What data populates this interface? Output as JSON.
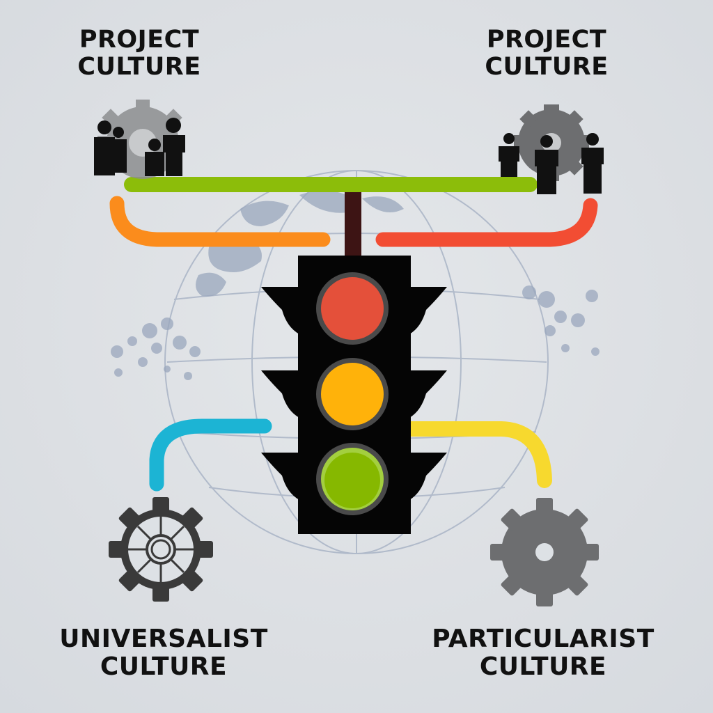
{
  "labels": {
    "top_left": {
      "line1": "PROJECT",
      "line2": "CULTURE"
    },
    "top_right": {
      "line1": "PROJECT",
      "line2": "CULTURE"
    },
    "bottom_left": {
      "line1": "UNIVERSALIST",
      "line2": "CULTURE"
    },
    "bottom_right": {
      "line1": "PARTICULARIST",
      "line2": "CULTURE"
    }
  },
  "colors": {
    "background": "#dde1e5",
    "top_bar": "#8cbd0a",
    "connector_orange": "#fb8c1c",
    "connector_red": "#f24d33",
    "connector_blue": "#1cb4d4",
    "connector_yellow": "#f7d92e",
    "light_red": "#e4503a",
    "light_amber": "#ffb20a",
    "light_green": "#86b800",
    "housing": "#050505",
    "pole": "#3d1414",
    "gear_dark": "#3a3a3a",
    "gear_gray": "#6d6e70",
    "globe_lines": "#a9b4c6"
  },
  "icons": {
    "top_left": "people-gear-icon",
    "top_right": "people-gear-icon",
    "bottom_left": "wheel-gear-icon",
    "bottom_right": "gear-icon",
    "center": "traffic-light-icon",
    "background": "globe-icon"
  }
}
